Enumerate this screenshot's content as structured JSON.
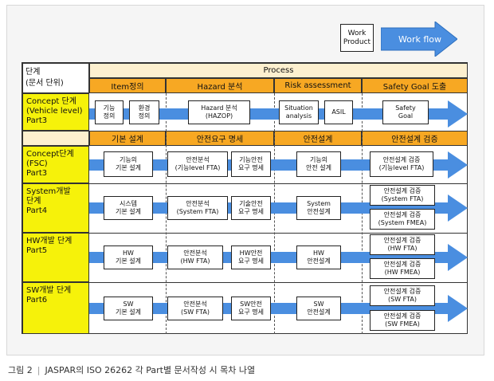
{
  "legend": {
    "work_product": [
      "Work",
      "Product"
    ],
    "work_flow": "Work flow",
    "flow_color": "#4a8ee0"
  },
  "header": {
    "stage": [
      "단계",
      "(문서 단위)"
    ],
    "process": "Process",
    "phase1": [
      "Item정의",
      "Hazard 분석",
      "Risk assessment",
      "Safety Goal 도출"
    ],
    "phase2": [
      "기본 설계",
      "안전요구 명세",
      "안전설계",
      "안전설계 검증"
    ]
  },
  "rows": [
    {
      "stage": [
        "Concept 단계",
        "(Vehicle level)",
        "Part3"
      ],
      "boxes": [
        [
          "기능",
          "정의"
        ],
        [
          "환경",
          "정의"
        ],
        [
          "Hazard 분석",
          "(HAZOP)"
        ],
        [
          "Situation",
          "analysis"
        ],
        [
          "ASIL"
        ],
        [
          "Safety",
          "Goal"
        ]
      ]
    },
    {
      "stage": [
        "Concept단계",
        "(FSC)",
        "Part3"
      ],
      "boxes": [
        [
          "기능의",
          "기본 설계"
        ],
        [
          "안전분석",
          "(기능level FTA)"
        ],
        [
          "기능안전",
          "요구 명세"
        ],
        [
          "기능의",
          "안전 설계"
        ],
        [
          "안전설계 검증",
          "(기능level FTA)"
        ]
      ]
    },
    {
      "stage": [
        "System개발",
        "단계",
        "Part4"
      ],
      "boxes": [
        [
          "시스템",
          "기본 설계"
        ],
        [
          "안전분석",
          "(System FTA)"
        ],
        [
          "기술안전",
          "요구 명세"
        ],
        [
          "System",
          "안전설계"
        ],
        [
          "안전설계 검증",
          "(System FTA)"
        ],
        [
          "안전설계 검증",
          "(System FMEA)"
        ]
      ]
    },
    {
      "stage": [
        "HW개발 단계",
        "Part5"
      ],
      "boxes": [
        [
          "HW",
          "기본 설계"
        ],
        [
          "안전분석",
          "(HW FTA)"
        ],
        [
          "HW안전",
          "요구 명세"
        ],
        [
          "HW",
          "안전설계"
        ],
        [
          "안전설계 검증",
          "(HW FTA)"
        ],
        [
          "안전설계 검증",
          "(HW FMEA)"
        ]
      ]
    },
    {
      "stage": [
        "SW개발 단계",
        "Part6"
      ],
      "boxes": [
        [
          "SW",
          "기본 설계"
        ],
        [
          "안전분석",
          "(SW FTA)"
        ],
        [
          "SW안전",
          "요구 명세"
        ],
        [
          "SW",
          "안전설계"
        ],
        [
          "안전설계 검증",
          "(SW FTA)"
        ],
        [
          "안전설계 검증",
          "(SW FMEA)"
        ]
      ]
    }
  ],
  "caption": {
    "label": "그림 2",
    "sep": "|",
    "text": "JASPAR의 ISO 26262 각 Part별 문서작성 시 목차 나열"
  }
}
